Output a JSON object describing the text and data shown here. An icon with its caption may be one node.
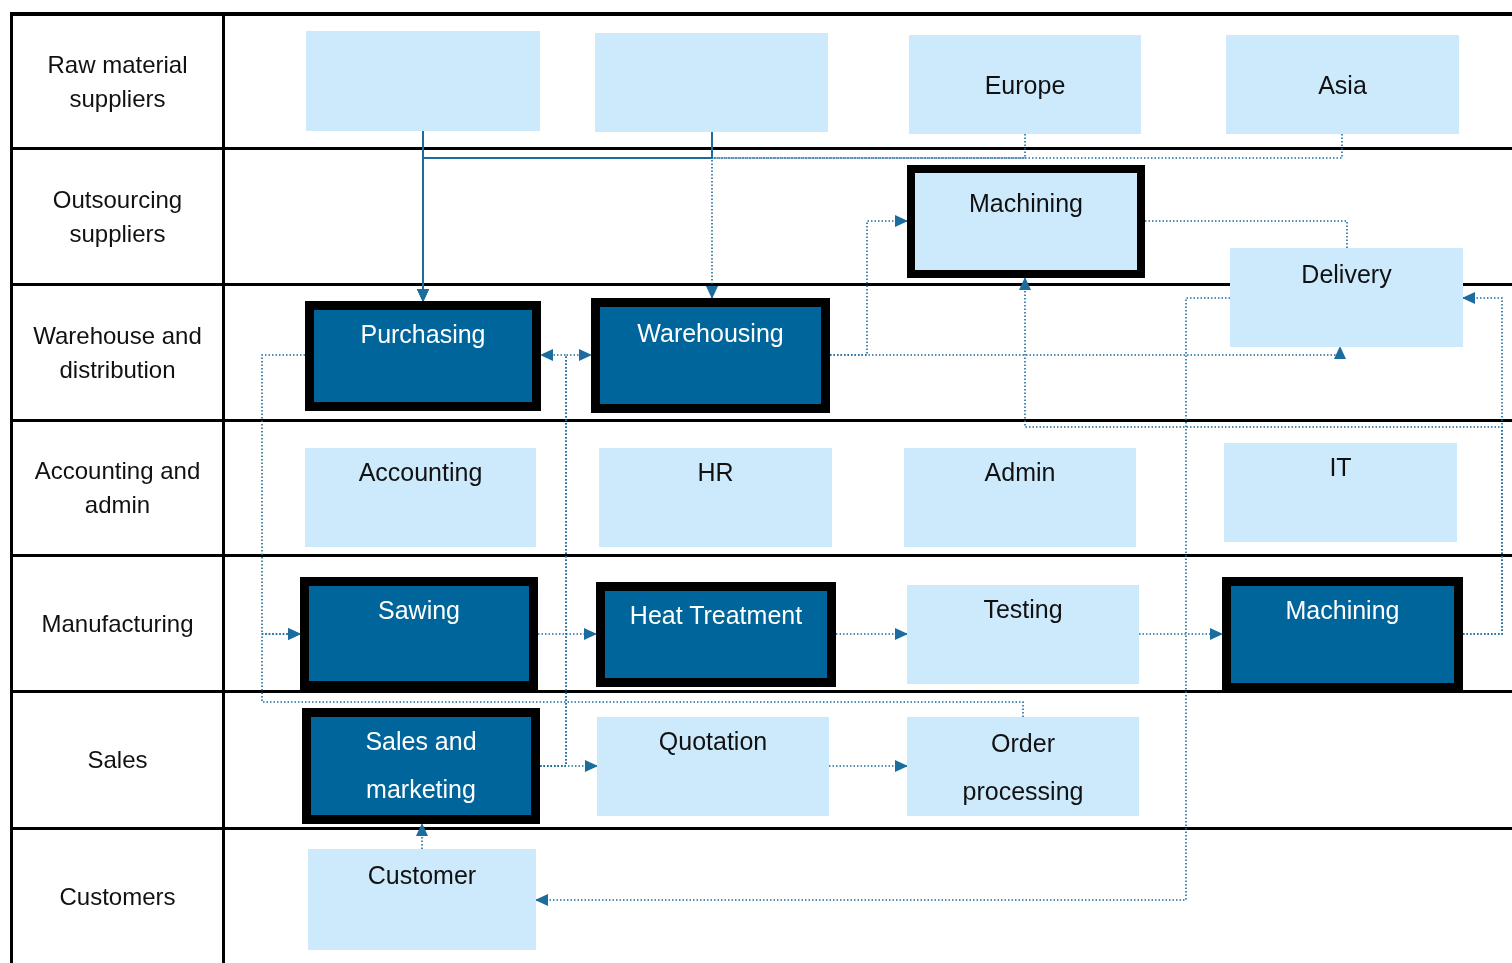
{
  "diagram": {
    "nodes": [
      {
        "text": [],
        "shape": "box"
      },
      {
        "text": [],
        "shape": "box"
      },
      {
        "text": [
          "Europe"
        ]
      },
      {
        "text": [
          "Asia"
        ]
      },
      {
        "text": [
          "Machining"
        ]
      },
      {
        "text": [
          "Delivery"
        ]
      },
      {
        "text": [
          "Purchasing"
        ]
      },
      {
        "text": [
          "Warehousing"
        ]
      },
      {
        "text": [
          "Accounting"
        ]
      },
      {
        "text": [
          "HR"
        ]
      },
      {
        "text": [
          "Admin"
        ]
      },
      {
        "text": [
          "IT"
        ]
      },
      {
        "text": [
          "Sawing"
        ]
      },
      {
        "text": [
          "Heat Treatment"
        ]
      },
      {
        "text": [
          "Testing"
        ]
      },
      {
        "text": [
          "Machining"
        ]
      },
      {
        "text": [
          "Sales and marketing"
        ]
      },
      {
        "text": [
          "Quotation"
        ]
      },
      {
        "text": [
          "Order processing"
        ]
      },
      {
        "text": [
          "Customer"
        ]
      }
    ],
    "edges": [
      {
        "from": 0,
        "to": 6,
        "arrow": "to"
      },
      {
        "from": 1,
        "to": 7,
        "arrow": "to",
        "style": "dashed"
      },
      {
        "from": 1,
        "to": 6,
        "arrow": "to"
      },
      {
        "from": 2,
        "to": 6,
        "arrow": "to",
        "style": "dashed"
      },
      {
        "from": 3,
        "to": 6,
        "arrow": "to",
        "style": "dashed"
      },
      {
        "from": 16,
        "to": 6,
        "arrow": "to",
        "style": "dashed"
      },
      {
        "from": 16,
        "to": 7,
        "arrow": "to",
        "style": "dashed"
      },
      {
        "from": 16,
        "to": 17,
        "arrow": "to",
        "style": "dashed"
      },
      {
        "from": 6,
        "to": 12,
        "arrow": "to",
        "style": "dashed"
      },
      {
        "from": 18,
        "to": 12,
        "arrow": "to",
        "style": "dashed"
      },
      {
        "from": 12,
        "to": 13,
        "arrow": "to",
        "style": "dashed"
      },
      {
        "from": 13,
        "to": 14,
        "arrow": "to",
        "style": "dashed"
      },
      {
        "from": 14,
        "to": 15,
        "arrow": "to",
        "style": "dashed"
      },
      {
        "from": 15,
        "to": 5,
        "arrow": "to",
        "style": "dashed"
      },
      {
        "from": 15,
        "to": 4,
        "arrow": "to",
        "style": "dashed"
      },
      {
        "from": 7,
        "to": 4,
        "arrow": "to",
        "style": "dashed"
      },
      {
        "from": 7,
        "to": 5,
        "arrow": "to",
        "style": "dashed"
      },
      {
        "from": 4,
        "to": 5,
        "arrow": "none",
        "style": "dashed"
      },
      {
        "from": 5,
        "to": 19,
        "arrow": "to",
        "style": "dashed"
      },
      {
        "from": 19,
        "to": 16,
        "arrow": "to",
        "style": "dashed"
      },
      {
        "from": 17,
        "to": 18,
        "arrow": "to",
        "style": "dashed"
      }
    ],
    "labels": [
      "Raw material suppliers",
      "Outsourcing suppliers",
      "Warehouse and distribution",
      "Accounting and admin",
      "Manufacturing",
      "Sales",
      "Customers"
    ]
  }
}
